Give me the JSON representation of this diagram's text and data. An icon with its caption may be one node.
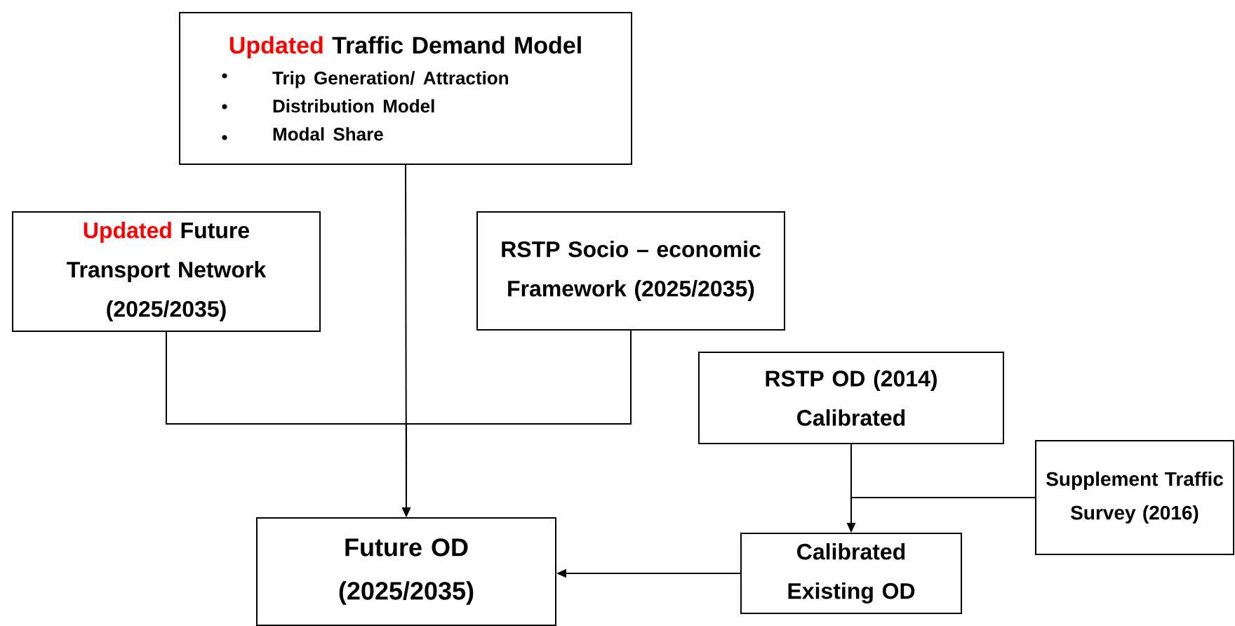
{
  "diagram": {
    "nodes": [
      {
        "text": [
          "Updated",
          "Traffic Demand Model",
          "Trip Generation/ Attraction",
          "Distribution Model",
          "Modal Share"
        ]
      },
      {
        "text": [
          "Updated",
          "Future Transport Network (2025/2035)"
        ]
      },
      {
        "text": [
          "RSTP Socio – economic Framework (2025/2035)"
        ]
      },
      {
        "text": [
          "RSTP OD (2014) Calibrated"
        ]
      },
      {
        "text": [
          "Supplement Traffic Survey (2016)"
        ]
      },
      {
        "text": [
          "Future OD (2025/2035)"
        ]
      },
      {
        "text": [
          "Calibrated Existing OD"
        ]
      }
    ],
    "edges": [
      {
        "from": 0,
        "to": 5,
        "arrow": "to"
      },
      {
        "from": 1,
        "to": 5,
        "arrow": "to"
      },
      {
        "from": 2,
        "to": 5,
        "arrow": "to"
      },
      {
        "from": 3,
        "to": 6,
        "arrow": "to"
      },
      {
        "from": 4,
        "to": 6,
        "arrow": "to"
      },
      {
        "from": 6,
        "to": 5,
        "arrow": "to"
      }
    ]
  }
}
